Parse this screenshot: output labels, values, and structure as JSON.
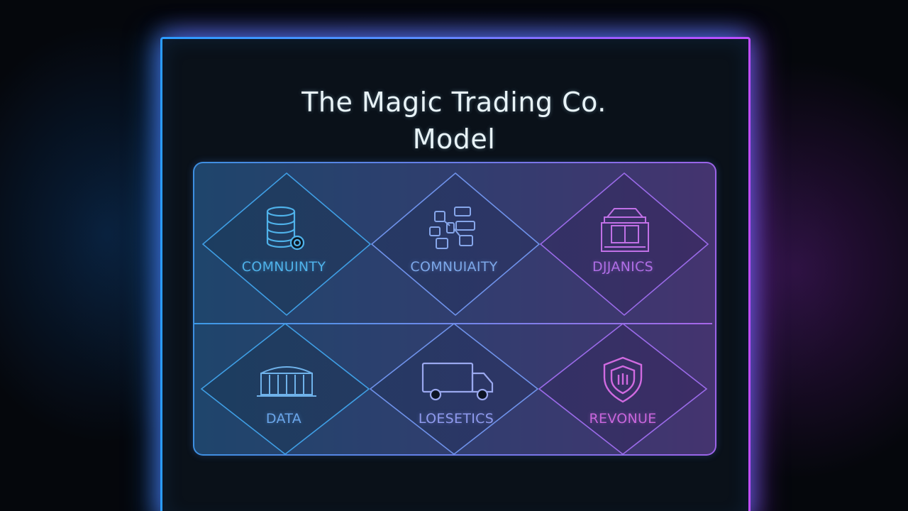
{
  "title": {
    "line1": "The Magic Trading Co.",
    "line2": "Model"
  },
  "tiles": [
    {
      "label": "COMNUINTY",
      "icon": "database-icon",
      "color": "#4fb2ea"
    },
    {
      "label": "COMNUIAITY",
      "icon": "network-blocks-icon",
      "color": "#7da8ea"
    },
    {
      "label": "DJJANICS",
      "icon": "storefront-icon",
      "color": "#b06ee6"
    },
    {
      "label": "DATA",
      "icon": "warehouse-icon",
      "color": "#6aa6ea"
    },
    {
      "label": "LOESETICS",
      "icon": "truck-icon",
      "color": "#8f9aee"
    },
    {
      "label": "REVONUE",
      "icon": "shield-icon",
      "color": "#c866dc"
    }
  ],
  "colors": {
    "frame_left": "#2b9cff",
    "frame_right": "#c04dff",
    "title_text": "#e8f3f7"
  }
}
